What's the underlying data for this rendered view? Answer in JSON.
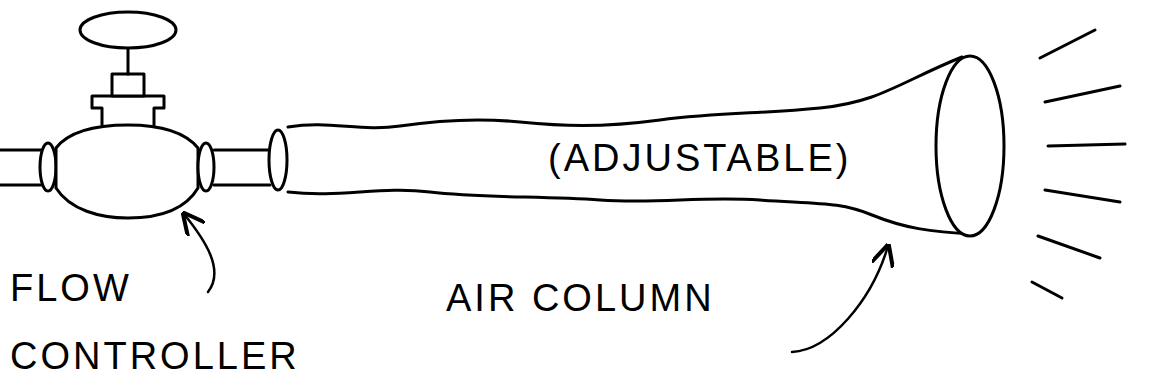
{
  "diagram": {
    "labels": [
      "FLOW CONTROLLER",
      "(ADJUSTABLE)",
      "AIR COLUMN"
    ]
  }
}
